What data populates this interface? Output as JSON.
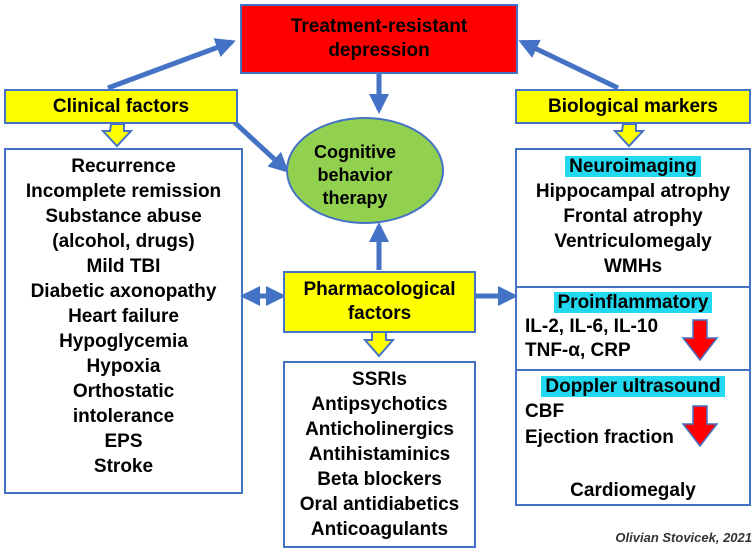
{
  "title": {
    "line1": "Treatment-resistant",
    "line2": "depression"
  },
  "clinical": {
    "label": "Clinical factors",
    "items": [
      "Recurrence",
      "Incomplete remission",
      "Substance abuse",
      "(alcohol, drugs)",
      "Mild TBI",
      "Diabetic axonopathy",
      "Heart failure",
      "Hypoglycemia",
      "Hypoxia",
      "Orthostatic",
      "intolerance",
      "EPS",
      "Stroke"
    ]
  },
  "cbt": {
    "line1": "Cognitive",
    "line2": "behavior",
    "line3": "therapy"
  },
  "pharma": {
    "label_line1": "Pharmacological",
    "label_line2": "factors",
    "items": [
      "SSRIs",
      "Antipsychotics",
      "Anticholinergics",
      "Antihistaminics",
      "Beta blockers",
      "Oral antidiabetics",
      "Anticoagulants"
    ]
  },
  "bio": {
    "label": "Biological markers",
    "neuro": {
      "header": "Neuroimaging",
      "items": [
        "Hippocampal atrophy",
        "Frontal atrophy",
        "Ventriculomegaly",
        "WMHs"
      ]
    },
    "inflam": {
      "header": "Proinflammatory",
      "items": [
        "IL-2, IL-6, IL-10",
        "TNF-α, CRP"
      ]
    },
    "doppler": {
      "header": "Doppler ultrasound",
      "items": [
        "CBF",
        "Ejection fraction"
      ],
      "footer": "Cardiomegaly"
    }
  },
  "credit": "Olivian Stovicek, 2021",
  "colors": {
    "red": "#ff0000",
    "yellow": "#ffff00",
    "green": "#92d050",
    "blue": "#4472c4",
    "cyan": "#22d9f0"
  }
}
